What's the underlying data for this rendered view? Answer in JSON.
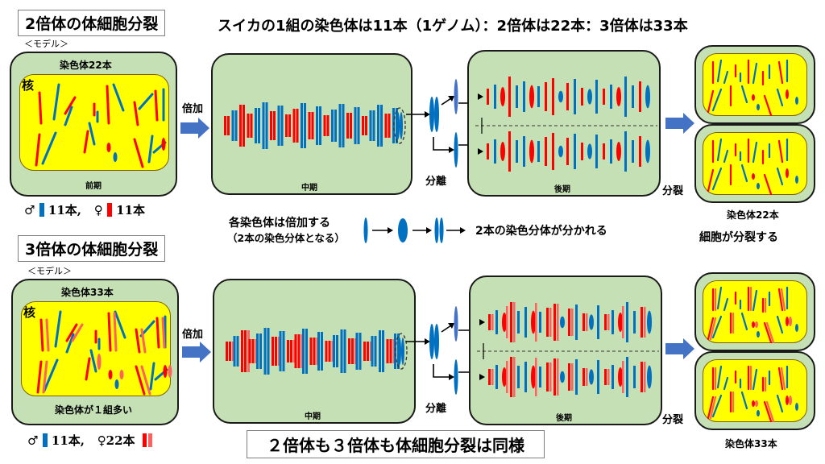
{
  "header": {
    "title_diploid": "2倍体の体細胞分裂",
    "headline": "スイカの1組の染色体は11本（1ゲノム）：2倍体は22本：3倍体は33本"
  },
  "diploid": {
    "model_label": "＜モデル＞",
    "cell_top_label": "染色体22本",
    "nucleus_label": "核",
    "prophase_label": "前期",
    "double_label": "倍加",
    "metaphase_label": "中期",
    "separation_label": "分離",
    "anaphase_label": "後期",
    "division_label": "分裂",
    "daughter_label": "染色体22本",
    "cell_divides": "細胞が分裂する",
    "legend_male_symbol": "♂",
    "legend_male_count": "11本,",
    "legend_female_symbol": "♀",
    "legend_female_count": "11本"
  },
  "explanation": {
    "line1": "各染色体は倍加する",
    "line2": "（2本の染色分体となる）",
    "result": "2本の染色分体が分かれる"
  },
  "triploid": {
    "title": "3倍体の体細胞分裂",
    "model_label": "＜モデル＞",
    "cell_top_label": "染色体33本",
    "nucleus_label": "核",
    "cell_bottom_label": "染色体が１組多い",
    "double_label": "倍加",
    "metaphase_label": "中期",
    "separation_label": "分離",
    "anaphase_label": "後期",
    "division_label": "分裂",
    "daughter_label": "染色体33本",
    "legend_male_symbol": "♂",
    "legend_male_count": "11本,",
    "legend_female_symbol": "♀",
    "legend_female_count": "22本"
  },
  "conclusion": "２倍体も３倍体も体細胞分裂は同様",
  "colors": {
    "cell": "#c5e0b4",
    "nucleus": "#ffff00",
    "paternal": "#0070c0",
    "maternal": "#ff0000",
    "maternal_extra": "#ff6060",
    "arrow": "#4472c4"
  }
}
